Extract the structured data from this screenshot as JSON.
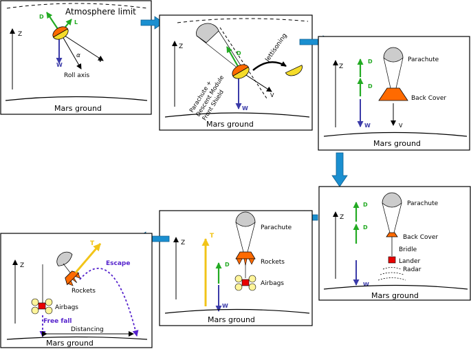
{
  "panels": {
    "p1": {
      "atmosphere_limit": "Atmosphere limit",
      "z": "Z",
      "d": "D",
      "l": "L",
      "w": "W",
      "alpha": "α",
      "v": "V",
      "roll_axis": "Roll axis",
      "ground": "Mars ground"
    },
    "p2": {
      "z": "Z",
      "d": "D",
      "w": "W",
      "v": "V",
      "jettisoning": "Jettisoning",
      "stack_line1": "Parachute +",
      "stack_line2": "Descent Module",
      "stack_line3": "Front Shield",
      "ground": "Mars ground"
    },
    "p3": {
      "z": "Z",
      "d1": "D",
      "d2": "D",
      "w": "W",
      "v": "V",
      "parachute": "Parachute",
      "back_cover": "Back Cover",
      "ground": "Mars ground"
    },
    "p4": {
      "z": "Z",
      "d1": "D",
      "d2": "D",
      "w": "W",
      "parachute": "Parachute",
      "back_cover": "Back Cover",
      "bridle": "Bridle",
      "lander": "Lander",
      "radar": "Radar",
      "ground": "Mars ground"
    },
    "p5": {
      "z": "Z",
      "t": "T",
      "d": "D",
      "w": "W",
      "parachute": "Parachute",
      "rockets": "Rockets",
      "airbags": "Airbags",
      "ground": "Mars ground"
    },
    "p6": {
      "z": "Z",
      "t": "T",
      "escape": "Escape",
      "rockets": "Rockets",
      "airbags": "Airbags",
      "free_fall": "Free fall",
      "distancing": "Distancing",
      "ground": "Mars ground"
    }
  },
  "colors": {
    "flow_arrow": "#1a8fd0",
    "drag": "#22aa22",
    "weight": "#3a3aa8",
    "thrust": "#f2c418",
    "shield": "#f5dc2a",
    "back_cover": "#ff6a00",
    "lander": "#e80000",
    "airbag": "#fff59a",
    "parachute": "#cccccc",
    "trajectory": "#5522cc"
  },
  "icons": [
    "flow-arrow-icon",
    "parachute-icon",
    "back-cover-icon",
    "lander-icon",
    "airbag-icon",
    "rocket-icon",
    "heat-shield-icon"
  ]
}
